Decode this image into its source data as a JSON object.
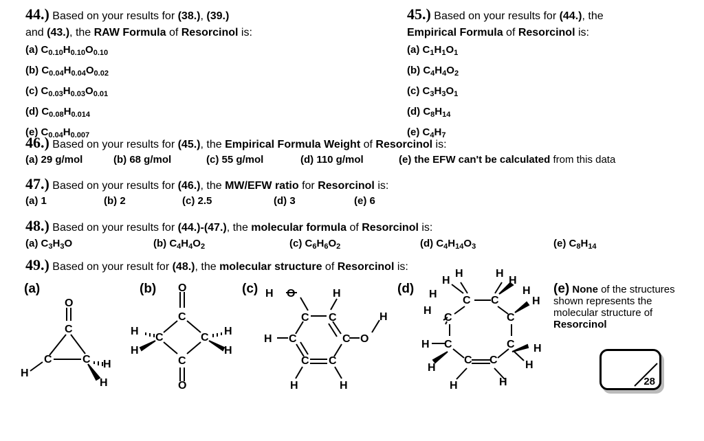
{
  "q44": {
    "num": "44.)",
    "line1": " Based on your results for ",
    "b1": "(38.)",
    "t2": ", ",
    "b2": "(39.)",
    "line2a": "and ",
    "b3": "(43.)",
    "line2b": ", the ",
    "b4": "RAW Formula",
    "line2c": " of ",
    "b5": "Resorcinol",
    "line2d": " is:",
    "options": [
      {
        "label": "(a)",
        "parts": [
          [
            "C",
            ""
          ],
          [
            "0.10",
            "s"
          ],
          [
            "H",
            ""
          ],
          [
            "0.10",
            "s"
          ],
          [
            "O",
            ""
          ],
          [
            "0.10",
            "s"
          ]
        ]
      },
      {
        "label": "(b)",
        "parts": [
          [
            "C",
            ""
          ],
          [
            "0.04",
            "s"
          ],
          [
            "H",
            ""
          ],
          [
            "0.04",
            "s"
          ],
          [
            "O",
            ""
          ],
          [
            "0.02",
            "s"
          ]
        ]
      },
      {
        "label": "(c)",
        "parts": [
          [
            "C",
            ""
          ],
          [
            "0.03",
            "s"
          ],
          [
            "H",
            ""
          ],
          [
            "0.03",
            "s"
          ],
          [
            "O",
            ""
          ],
          [
            "0.01",
            "s"
          ]
        ]
      },
      {
        "label": "(d)",
        "parts": [
          [
            "C",
            ""
          ],
          [
            "0.08",
            "s"
          ],
          [
            "H",
            ""
          ],
          [
            "0.014",
            "s"
          ]
        ]
      },
      {
        "label": "(e)",
        "parts": [
          [
            "C",
            ""
          ],
          [
            "0.04",
            "s"
          ],
          [
            "H",
            ""
          ],
          [
            "0.007",
            "s"
          ]
        ]
      }
    ]
  },
  "q45": {
    "num": "45.)",
    "line1": " Based on your results for ",
    "b1": "(44.)",
    "line1b": ", the",
    "b2": "Empirical Formula",
    "line2b": " of ",
    "b3": "Resorcinol",
    "line2c": " is:",
    "options": [
      {
        "label": "(a)",
        "parts": [
          [
            "C",
            ""
          ],
          [
            "1",
            "s"
          ],
          [
            "H",
            ""
          ],
          [
            "1",
            "s"
          ],
          [
            "O",
            ""
          ],
          [
            "1",
            "s"
          ]
        ]
      },
      {
        "label": "(b)",
        "parts": [
          [
            "C",
            ""
          ],
          [
            "4",
            "s"
          ],
          [
            "H",
            ""
          ],
          [
            "4",
            "s"
          ],
          [
            "O",
            ""
          ],
          [
            "2",
            "s"
          ]
        ]
      },
      {
        "label": "(c)",
        "parts": [
          [
            "C",
            ""
          ],
          [
            "3",
            "s"
          ],
          [
            "H",
            ""
          ],
          [
            "3",
            "s"
          ],
          [
            "O",
            ""
          ],
          [
            "1",
            "s"
          ]
        ]
      },
      {
        "label": "(d)",
        "parts": [
          [
            "C",
            ""
          ],
          [
            "8",
            "s"
          ],
          [
            "H",
            ""
          ],
          [
            "14",
            "s"
          ]
        ]
      },
      {
        "label": "(e)",
        "parts": [
          [
            "C",
            ""
          ],
          [
            "4",
            "s"
          ],
          [
            "H",
            ""
          ],
          [
            "7",
            "s"
          ]
        ]
      }
    ]
  },
  "q46": {
    "num": "46.)",
    "t1": " Based on your results for ",
    "b1": "(45.)",
    "t2": ", the ",
    "b2": "Empirical Formula Weight",
    "t3": " of ",
    "b3": "Resorcinol",
    "t4": " is:",
    "options": [
      "(a) 29 g/mol",
      "(b) 68 g/mol",
      "(c) 55 g/mol",
      "(d) 110 g/mol"
    ],
    "opt_e_a": "(e) the EFW can't be calculated",
    "opt_e_b": " from this data"
  },
  "q47": {
    "num": "47.)",
    "t1": " Based on your results for ",
    "b1": "(46.)",
    "t2": ", the ",
    "b2": "MW/EFW ratio",
    "t3": " for ",
    "b3": "Resorcinol",
    "t4": " is:",
    "options": [
      "(a) 1",
      "(b) 2",
      "(c) 2.5",
      "(d) 3",
      "(e) 6"
    ]
  },
  "q48": {
    "num": "48.)",
    "t1": " Based on your results for ",
    "b1": "(44.)-(47.)",
    "t2": ", the ",
    "b2": "molecular formula",
    "t3": "  of ",
    "b3": "Resorcinol",
    "t4": " is:",
    "options": [
      {
        "label": "(a)",
        "parts": [
          [
            "C",
            ""
          ],
          [
            "3",
            "s"
          ],
          [
            "H",
            ""
          ],
          [
            "3",
            "s"
          ],
          [
            "O",
            ""
          ]
        ]
      },
      {
        "label": "(b)",
        "parts": [
          [
            "C",
            ""
          ],
          [
            "4",
            "s"
          ],
          [
            "H",
            ""
          ],
          [
            "4",
            "s"
          ],
          [
            "O",
            ""
          ],
          [
            "2",
            "s"
          ]
        ]
      },
      {
        "label": "(c)",
        "parts": [
          [
            "C",
            ""
          ],
          [
            "6",
            "s"
          ],
          [
            "H",
            ""
          ],
          [
            "6",
            "s"
          ],
          [
            "O",
            ""
          ],
          [
            "2",
            "s"
          ]
        ]
      },
      {
        "label": "(d)",
        "parts": [
          [
            "C",
            ""
          ],
          [
            "4",
            "s"
          ],
          [
            "H",
            ""
          ],
          [
            "14",
            "s"
          ],
          [
            "O",
            ""
          ],
          [
            "3",
            "s"
          ]
        ]
      },
      {
        "label": "(e)",
        "parts": [
          [
            "C",
            ""
          ],
          [
            "8",
            "s"
          ],
          [
            "H",
            ""
          ],
          [
            "14",
            "s"
          ]
        ]
      }
    ]
  },
  "q49": {
    "num": "49.)",
    "t1": " Based on your result for ",
    "b1": "(48.)",
    "t2": ", the ",
    "b2": "molecular structure",
    "t3": " of ",
    "b3": "Resorcinol",
    "t4": " is:",
    "labels": [
      "(a)",
      "(b)",
      "(c)",
      "(d)",
      "(e)"
    ],
    "e_word": "None",
    "e_rest": " of the structures",
    "e_line2": "shown represents the",
    "e_line3": "molecular structure of",
    "e_line4": "Resorcinol"
  },
  "atoms": {
    "C": "C",
    "H": "H",
    "O": "O"
  },
  "page_badge": "28"
}
